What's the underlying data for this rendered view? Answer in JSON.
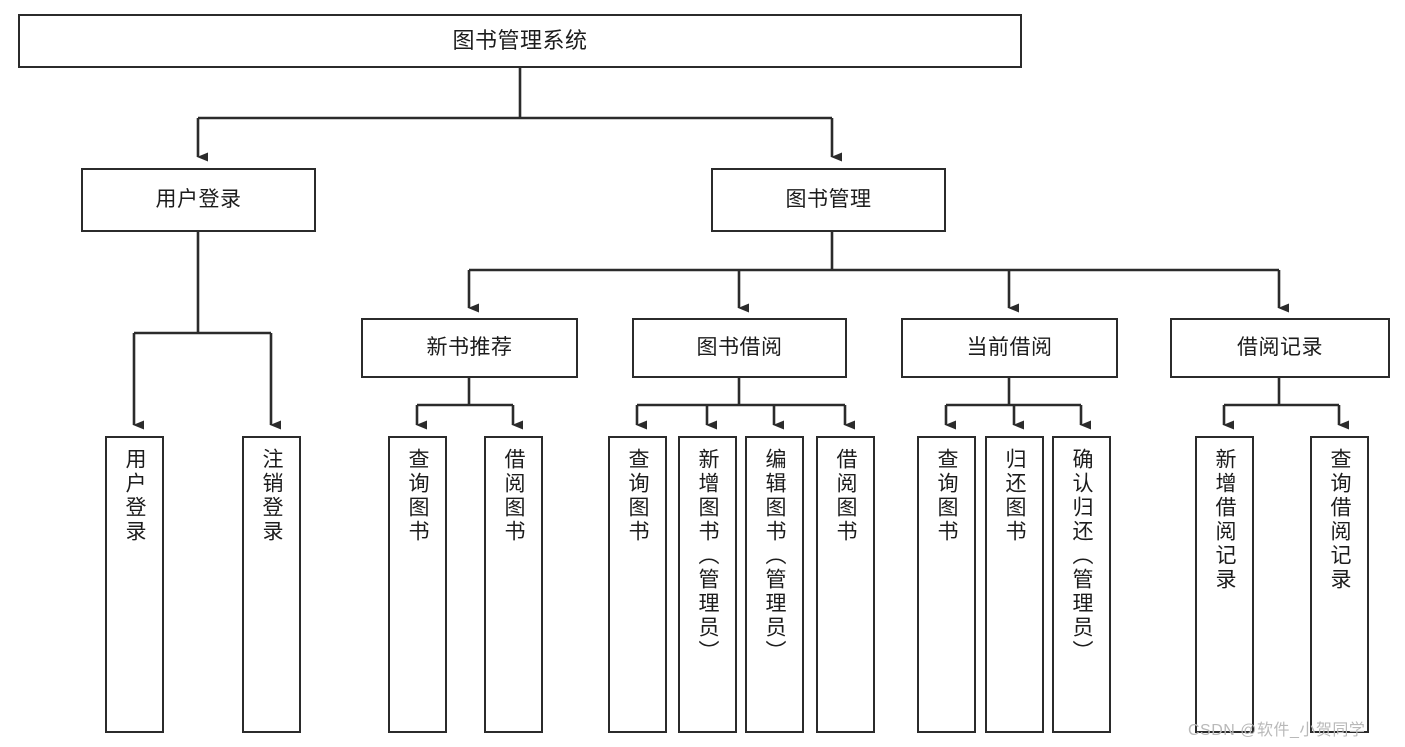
{
  "diagram": {
    "title": "图书管理系统",
    "type": "hierarchy-tree",
    "orientation": "top-down",
    "colors": {
      "box_border": "#2b2b2b",
      "box_fill": "#ffffff",
      "connector": "#2b2b2b",
      "text": "#1c1c1c",
      "watermark": "#b9b9b9",
      "background": "#ffffff"
    },
    "levels": [
      {
        "level": 1,
        "nodes": [
          {
            "id": "root",
            "label": "图书管理系统",
            "orientation": "horizontal"
          }
        ]
      },
      {
        "level": 2,
        "nodes": [
          {
            "id": "user-login",
            "label": "用户登录",
            "orientation": "horizontal",
            "parent": "root"
          },
          {
            "id": "book-manage",
            "label": "图书管理",
            "orientation": "horizontal",
            "parent": "root"
          }
        ]
      },
      {
        "level": 3,
        "nodes": [
          {
            "id": "new-book-rec",
            "label": "新书推荐",
            "orientation": "horizontal",
            "parent": "book-manage"
          },
          {
            "id": "book-borrow",
            "label": "图书借阅",
            "orientation": "horizontal",
            "parent": "book-manage"
          },
          {
            "id": "current-borrow",
            "label": "当前借阅",
            "orientation": "horizontal",
            "parent": "book-manage"
          },
          {
            "id": "borrow-record",
            "label": "借阅记录",
            "orientation": "horizontal",
            "parent": "book-manage"
          }
        ]
      },
      {
        "level": 4,
        "nodes": [
          {
            "id": "leaf-user-login",
            "label": "用户登录",
            "orientation": "vertical",
            "parent": "user-login"
          },
          {
            "id": "leaf-logout",
            "label": "注销登录",
            "orientation": "vertical",
            "parent": "user-login"
          },
          {
            "id": "leaf-rec-query",
            "label": "查询图书",
            "orientation": "vertical",
            "parent": "new-book-rec"
          },
          {
            "id": "leaf-rec-borrow",
            "label": "借阅图书",
            "orientation": "vertical",
            "parent": "new-book-rec"
          },
          {
            "id": "leaf-borrow-query",
            "label": "查询图书",
            "orientation": "vertical",
            "parent": "book-borrow"
          },
          {
            "id": "leaf-add-book",
            "label": "新增图书（管理员）",
            "orientation": "vertical",
            "parent": "book-borrow"
          },
          {
            "id": "leaf-edit-book",
            "label": "编辑图书（管理员）",
            "orientation": "vertical",
            "parent": "book-borrow"
          },
          {
            "id": "leaf-borrow-book",
            "label": "借阅图书",
            "orientation": "vertical",
            "parent": "book-borrow"
          },
          {
            "id": "leaf-cur-query",
            "label": "查询图书",
            "orientation": "vertical",
            "parent": "current-borrow"
          },
          {
            "id": "leaf-return-book",
            "label": "归还图书",
            "orientation": "vertical",
            "parent": "current-borrow"
          },
          {
            "id": "leaf-confirm-return",
            "label": "确认归还（管理员）",
            "orientation": "vertical",
            "parent": "current-borrow"
          },
          {
            "id": "leaf-add-record",
            "label": "新增借阅记录",
            "orientation": "vertical",
            "parent": "borrow-record"
          },
          {
            "id": "leaf-query-record",
            "label": "查询借阅记录",
            "orientation": "vertical",
            "parent": "borrow-record"
          }
        ]
      }
    ]
  },
  "watermark": {
    "text": "CSDN @软件_小贺同学"
  }
}
